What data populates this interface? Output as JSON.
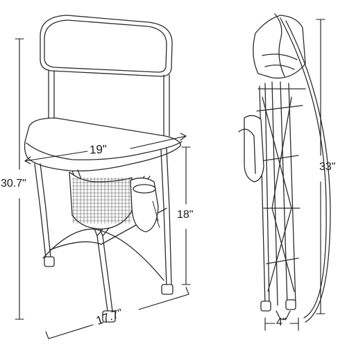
{
  "dimensions": {
    "seat_width": "19\"",
    "total_height": "30.7\"",
    "seat_height": "18\"",
    "base_depth": "17.7\"",
    "folded_length": "33\"",
    "folded_width": "4\""
  },
  "colors": {
    "line": "#2a2a2a",
    "fill": "#ffffff",
    "mesh": "#555555"
  }
}
